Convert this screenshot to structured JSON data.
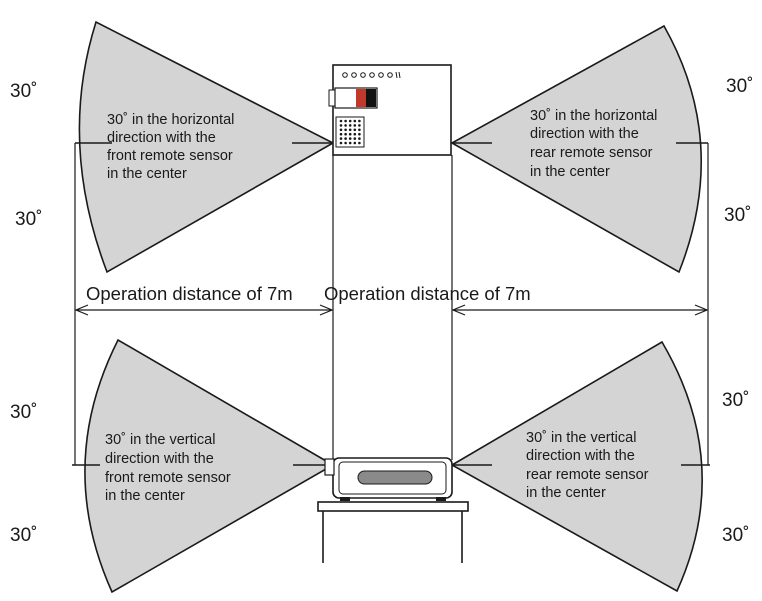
{
  "angles": {
    "top_left_upper": "30˚",
    "top_left_lower": "30˚",
    "top_right_upper": "30˚",
    "top_right_lower": "30˚",
    "bottom_left_upper": "30˚",
    "bottom_left_lower": "30˚",
    "bottom_right_upper": "30˚",
    "bottom_right_lower": "30˚"
  },
  "captions": {
    "horizontal_front": [
      "30˚ in the horizontal",
      "direction with the",
      "front  remote sensor",
      "in the center"
    ],
    "horizontal_rear": [
      "30˚ in the horizontal",
      "direction with the",
      "rear remote sensor",
      "in the center"
    ],
    "vertical_front": [
      "30˚ in the vertical",
      "direction with the",
      "front  remote sensor",
      "in the center"
    ],
    "vertical_rear": [
      "30˚ in the vertical",
      "direction with the",
      "rear remote sensor",
      "in the center"
    ]
  },
  "distance": {
    "left": "Operation distance of 7m",
    "right": "Operation distance of 7m"
  },
  "colors": {
    "cone_fill": "#d4d4d4",
    "stroke": "#1a1a1a",
    "lens_dark": "#111111",
    "lens_red": "#c0392b"
  }
}
